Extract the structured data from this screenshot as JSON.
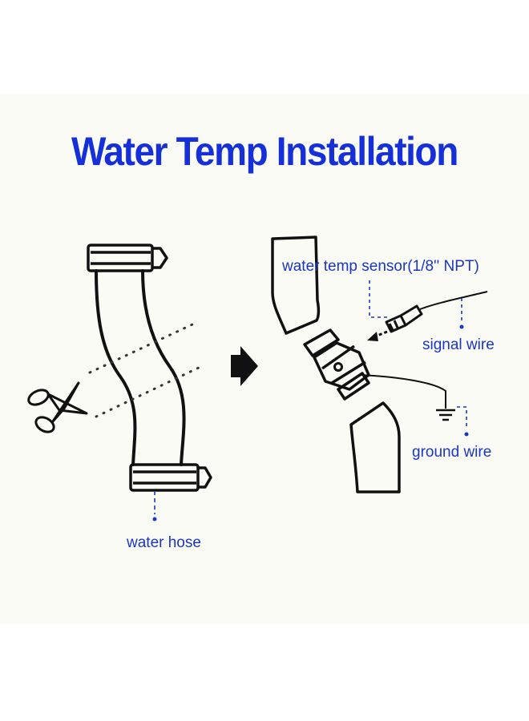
{
  "title": "Water Temp Installation",
  "labels": {
    "sensor": "water temp sensor(1/8'' NPT)",
    "signal_wire": "signal wire",
    "ground_wire": "ground wire",
    "water_hose": "water hose"
  },
  "colors": {
    "title": "#1530d8",
    "label": "#1a36c4",
    "line": "#111111",
    "background": "#fbfbf6"
  },
  "icons": [
    "scissors-icon",
    "arrow-right-icon",
    "sensor-icon",
    "ground-symbol-icon"
  ]
}
